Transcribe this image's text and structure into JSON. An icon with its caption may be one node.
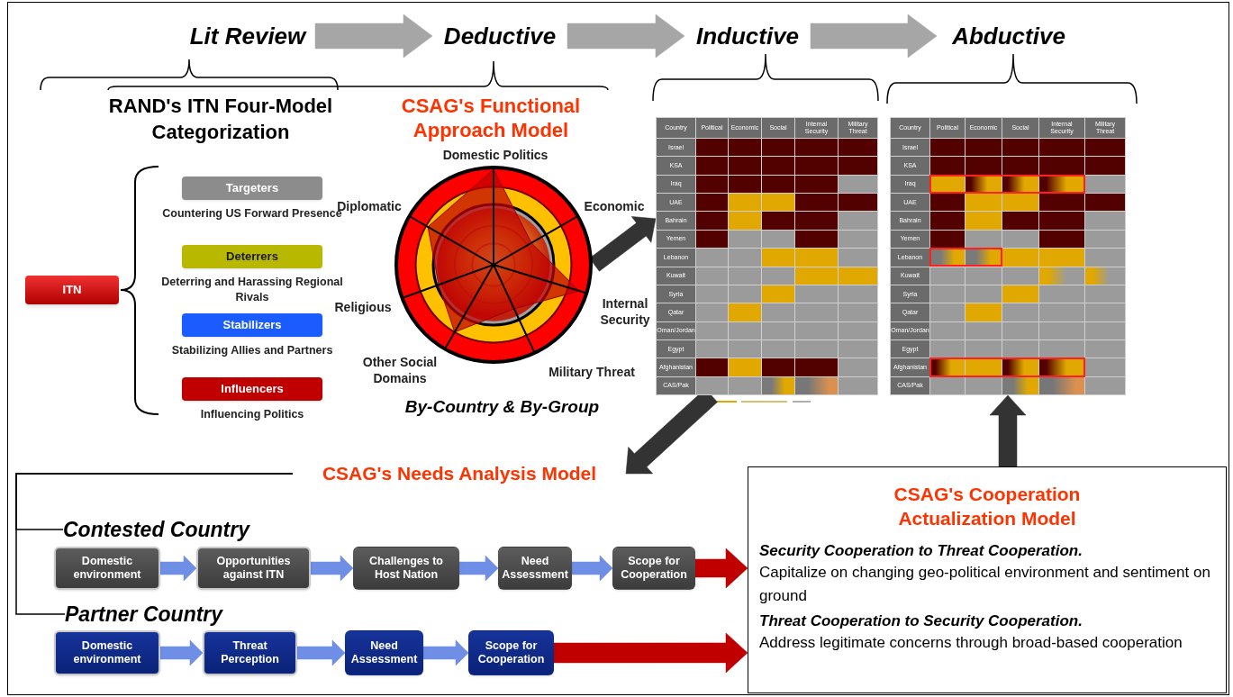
{
  "diagram": {
    "nodes": [
      {
        "text": [
          "Lit Review"
        ]
      },
      {
        "text": [
          "Deductive"
        ]
      },
      {
        "text": [
          "Inductive"
        ]
      },
      {
        "text": [
          "Abductive"
        ]
      },
      {
        "text": [
          "ITN"
        ]
      },
      {
        "text": [
          "Targeters"
        ],
        "beside": [
          "Countering US Forward Presence"
        ]
      },
      {
        "text": [
          "Deterrers"
        ],
        "beside": [
          "Deterring and Harassing Regional Rivals"
        ]
      },
      {
        "text": [
          "Stabilizers"
        ],
        "beside": [
          "Stabilizing Allies and Partners"
        ]
      },
      {
        "text": [
          "Influencers"
        ],
        "beside": [
          "Influencing Politics"
        ]
      },
      {
        "text": [],
        "shape": "picture",
        "beside": [
          "Domestic Politics",
          "Diplomatic",
          "Economic",
          "Religious",
          "Internal Security",
          "Other Social Domains",
          "Military Threat"
        ]
      },
      {
        "text": [
          "Country",
          "Political",
          "Economic",
          "Social",
          "Internal Security",
          "Military Threat",
          "Israel",
          "KSA",
          "Iraq",
          "UAE",
          "Bahrain",
          "Yemen",
          "Lebanon",
          "Kuwait",
          "Syria",
          "Qatar",
          "Oman/Jordan",
          "Egypt",
          "Afghanistan",
          "CAS/Pak"
        ]
      },
      {
        "text": [
          "Country",
          "Political",
          "Economic",
          "Social",
          "Internal Security",
          "Military Threat",
          "Israel",
          "KSA",
          "Iraq",
          "UAE",
          "Bahrain",
          "Yemen",
          "Lebanon",
          "Kuwait",
          "Syria",
          "Qatar",
          "Oman/Jordan",
          "Egypt",
          "Afghanistan",
          "CAS/Pak"
        ]
      },
      {
        "text": [
          "CSAG's Needs Analysis Model"
        ]
      },
      {
        "text": [
          "Contested Country"
        ]
      },
      {
        "text": [
          "Domestic environment"
        ]
      },
      {
        "text": [
          "Opportunities against ITN"
        ]
      },
      {
        "text": [
          "Challenges to Host Nation"
        ]
      },
      {
        "text": [
          "Need Assessment"
        ]
      },
      {
        "text": [
          "Scope for Cooperation"
        ]
      },
      {
        "text": [
          "Partner Country"
        ]
      },
      {
        "text": [
          "Domestic environment"
        ]
      },
      {
        "text": [
          "Threat Perception"
        ]
      },
      {
        "text": [
          "Need Assessment"
        ]
      },
      {
        "text": [
          "Scope for Cooperation"
        ]
      },
      {
        "text": [
          "CSAG's Cooperation Actualization Model",
          "Security Cooperation to Threat Cooperation.",
          "Capitalize on changing geo-political environment and sentiment on ground",
          "Threat Cooperation to Security Cooperation.",
          "Address legitimate concerns through broad-based cooperation"
        ]
      }
    ],
    "edges": [
      {
        "from": 0,
        "to": 1,
        "arrow": "to",
        "style": "thick",
        "color": "#a6a6a6"
      },
      {
        "from": 1,
        "to": 2,
        "arrow": "to",
        "style": "thick",
        "color": "#a6a6a6"
      },
      {
        "from": 2,
        "to": 3,
        "arrow": "to",
        "style": "thick",
        "color": "#a6a6a6"
      },
      {
        "from": 9,
        "to": 10,
        "arrow": "to",
        "style": "thick",
        "color": "#333333"
      },
      {
        "from": 10,
        "to": 12,
        "arrow": "to",
        "style": "thick",
        "color": "#333333"
      },
      {
        "from": 24,
        "to": 11,
        "arrow": "to",
        "style": "thick",
        "color": "#333333"
      },
      {
        "from": 12,
        "to": 13,
        "arrow": "none",
        "color": "#000000"
      },
      {
        "from": 12,
        "to": 19,
        "arrow": "none",
        "color": "#000000"
      },
      {
        "from": 14,
        "to": 15,
        "arrow": "to",
        "style": "thick"
      },
      {
        "from": 15,
        "to": 16,
        "arrow": "to",
        "style": "thick"
      },
      {
        "from": 16,
        "to": 17,
        "arrow": "to",
        "style": "thick"
      },
      {
        "from": 17,
        "to": 18,
        "arrow": "to",
        "style": "thick"
      },
      {
        "from": 18,
        "to": 24,
        "arrow": "to",
        "style": "thick",
        "color": "#c00000"
      },
      {
        "from": 20,
        "to": 21,
        "arrow": "to",
        "style": "thick"
      },
      {
        "from": 21,
        "to": 22,
        "arrow": "to",
        "style": "thick"
      },
      {
        "from": 22,
        "to": 23,
        "arrow": "to",
        "style": "thick"
      },
      {
        "from": 23,
        "to": 24,
        "arrow": "to",
        "style": "thick",
        "color": "#c00000"
      }
    ],
    "labels": [
      "RAND's ITN Four-Model Categorization",
      "CSAG's Functional Approach Model",
      "By-Country & By-Group"
    ]
  }
}
